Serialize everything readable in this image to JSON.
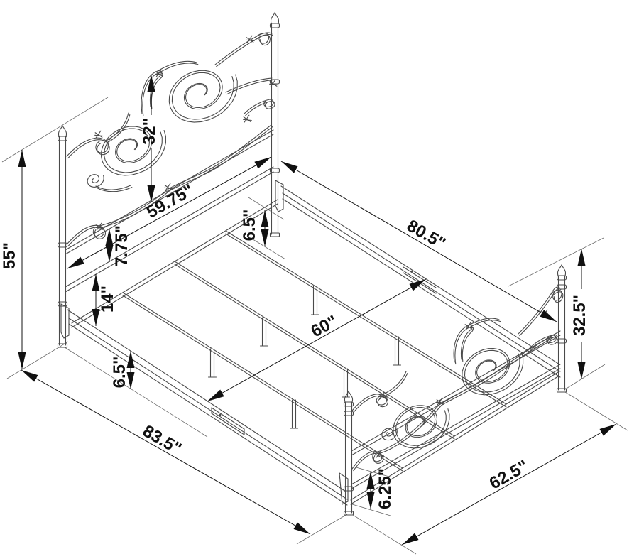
{
  "figure": {
    "kind": "isometric product dimension line drawing",
    "subject": "metal bed frame with scrolled headboard and footboard",
    "units": "inches"
  },
  "colors": {
    "background": "#ffffff",
    "artwork_line": "#4a4a4a",
    "dimension_line": "#141414",
    "text": "#111111"
  },
  "dimensions": {
    "headboard_height": "55\"",
    "headboard_scroll_height": "32\"",
    "headboard_width": "59.75\"",
    "headboard_rail_gap": "7.75\"",
    "head_rail_floor_clearance": "6.5\"",
    "frame_length": "80.5\"",
    "headboard_rail_to_frame": "14\"",
    "frame_inner_width": "60\"",
    "side_rail_floor_clearance": "6.5\"",
    "overall_length": "83.5\"",
    "footboard_height": "32.5\"",
    "footboard_rail_floor_clearance": "6.25\"",
    "overall_width": "62.5\""
  }
}
